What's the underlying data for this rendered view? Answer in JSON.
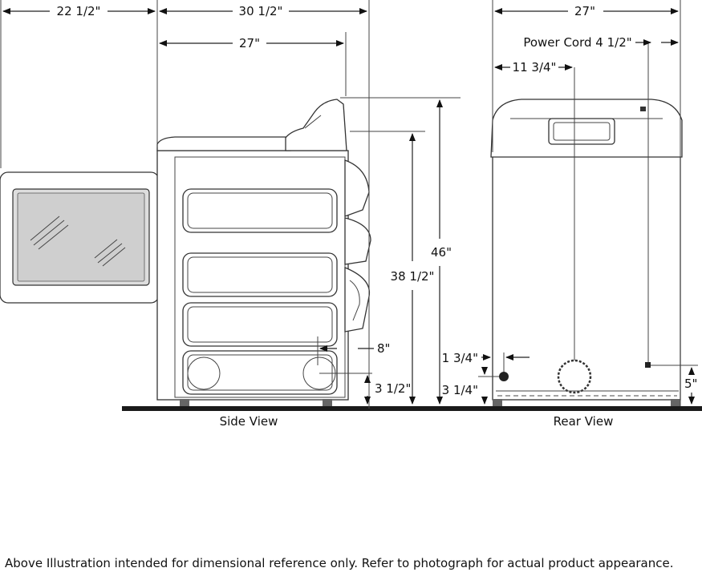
{
  "dimensions": {
    "door_swing_depth": "22 1/2\"",
    "overall_depth_with_console": "30 1/2\"",
    "cabinet_depth": "27\"",
    "rear_width": "27\"",
    "power_cord_label": "Power Cord 4 1/2\"",
    "drain_offset": "11 3/4\"",
    "overall_height": "46\"",
    "cabinet_height": "38 1/2\"",
    "vent_from_back": "8\"",
    "vent_height": "3 1/2\"",
    "rear_offset": "1 3/4\"",
    "rear_height": "3 1/4\"",
    "cord_height": "5\""
  },
  "captions": {
    "side_view": "Side View",
    "rear_view": "Rear View"
  },
  "footnote": "Above Illustration intended for dimensional reference only. Refer to photograph for actual product appearance."
}
